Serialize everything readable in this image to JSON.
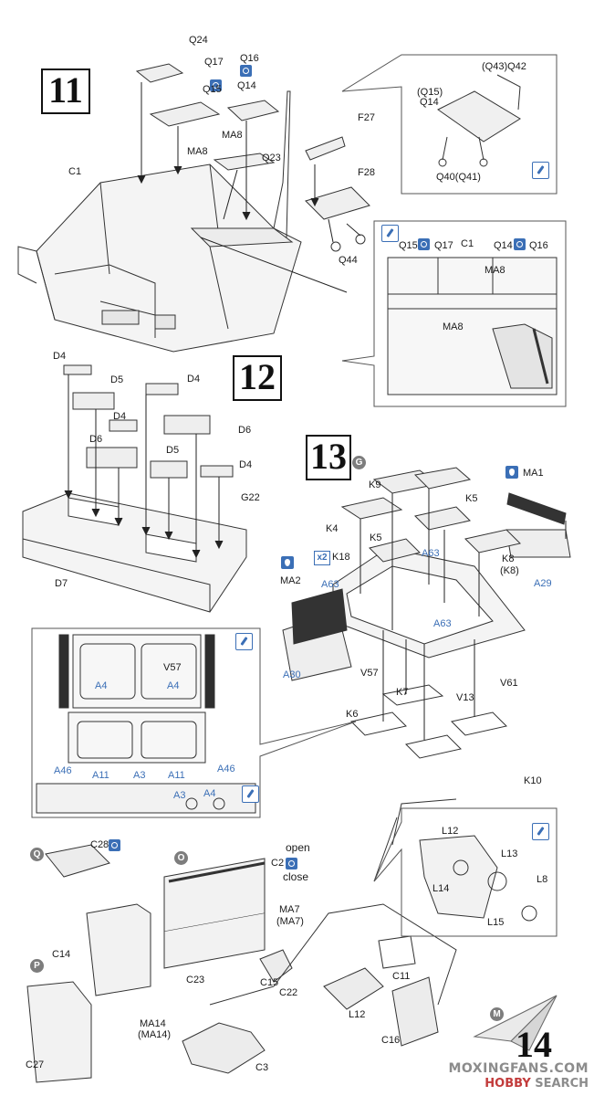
{
  "steps": {
    "step11": "11",
    "step12": "12",
    "step13": "13",
    "step14": "14"
  },
  "markers": {
    "G": "G",
    "Q": "Q",
    "O": "O",
    "P": "P",
    "M": "M"
  },
  "step11": {
    "labels": {
      "Q24": "Q24",
      "Q17": "Q17",
      "Q16": "Q16",
      "Q15": "Q15",
      "Q14": "Q14",
      "MA8a": "MA8",
      "MA8b": "MA8",
      "C1": "C1",
      "Q23": "Q23",
      "F27": "F27",
      "F28": "F28",
      "Q44": "Q44"
    },
    "detail_top": {
      "Q43Q42": "(Q43)Q42",
      "Q15Q14_1": "(Q15)",
      "Q15Q14_2": "Q14",
      "Q40Q41": "Q40(Q41)"
    },
    "detail_interior": {
      "Q15": "Q15",
      "Q17": "Q17",
      "C1": "C1",
      "Q14": "Q14",
      "Q16": "Q16",
      "MA8a": "MA8",
      "MA8b": "MA8"
    }
  },
  "step12": {
    "labels": {
      "D4a": "D4",
      "D5a": "D5",
      "D4b": "D4",
      "D4c": "D4",
      "D6a": "D6",
      "D6b": "D6",
      "D5b": "D5",
      "D4d": "D4",
      "G22": "G22",
      "D7": "D7"
    }
  },
  "step13": {
    "labels": {
      "K9": "K9",
      "K5a": "K5",
      "MA1": "MA1",
      "K4": "K4",
      "K5b": "K5",
      "K18": "K18",
      "A63a": "A63",
      "K8": "K8",
      "K8p": "(K8)",
      "MA2": "MA2",
      "A63b": "A63",
      "A29": "A29",
      "A63c": "A63",
      "A30": "A30",
      "V57": "V57",
      "K7": "K7",
      "V13": "V13",
      "V61": "V61",
      "K6": "K6",
      "K10": "K10"
    },
    "x2": "x2"
  },
  "detail_bottom_left": {
    "labels": {
      "V57": "V57",
      "A4a": "A4",
      "A4b": "A4",
      "A46a": "A46",
      "A11a": "A11",
      "A3a": "A3",
      "A11b": "A11",
      "A46b": "A46",
      "A3b": "A3",
      "A4c": "A4"
    }
  },
  "step14": {
    "labels": {
      "C28": "C28",
      "open": "open",
      "C2": "C2",
      "close": "close",
      "C14": "C14",
      "MA7": "MA7",
      "MA7p": "(MA7)",
      "C23": "C23",
      "L12a": "L12",
      "L13": "L13",
      "L14": "L14",
      "L8": "L8",
      "L15": "L15",
      "C15": "C15",
      "C11": "C11",
      "C22": "C22",
      "L12b": "L12",
      "MA14": "MA14",
      "MA14p": "(MA14)",
      "C27": "C27",
      "C16": "C16",
      "C3": "C3"
    }
  },
  "watermark": {
    "line1": "MOXINGFANS.COM",
    "line2_red": "HOBBY",
    "line2_rest": " SEARCH"
  }
}
